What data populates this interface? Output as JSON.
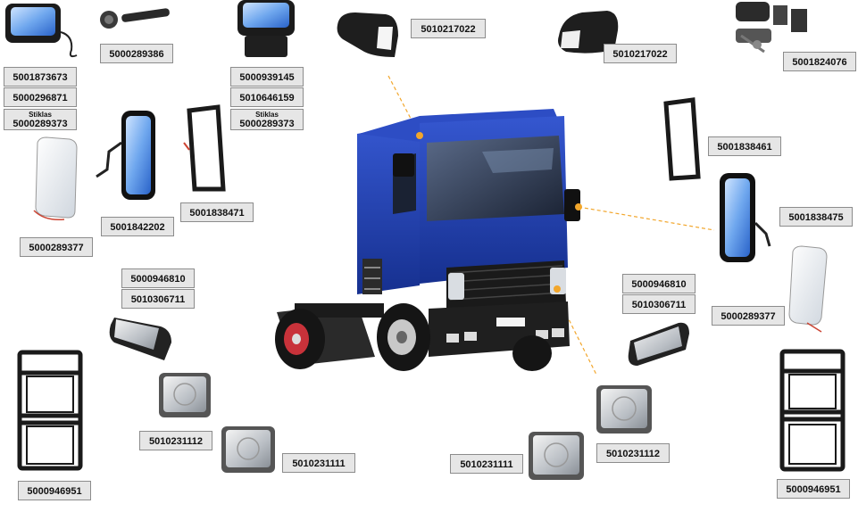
{
  "labels": {
    "l01": "5001873673",
    "l02": "5000296871",
    "l03_small": "Stiklas",
    "l03": "5000289373",
    "l04": "5000289386",
    "l05": "5000939145",
    "l06": "5010646159",
    "l07_small": "Stiklas",
    "l07": "5000289373",
    "l08": "5010217022",
    "l09": "5010217022",
    "l10": "5001824076",
    "l11": "5001838461",
    "l12": "5001838475",
    "l13": "5000289377",
    "l14": "5001842202",
    "l15": "5001838471",
    "l16": "5000289377",
    "l17": "5000946810",
    "l18": "5010306711",
    "l19": "5000946810",
    "l20": "5010306711",
    "l21": "5010231112",
    "l22": "5010231111",
    "l23": "5010231111",
    "l24": "5010231112",
    "l25": "5000946951",
    "l26": "5000946951"
  },
  "colors": {
    "truck_blue": "#1f3fb0",
    "label_bg": "#e6e6e6",
    "leader_line": "#f2a62b"
  }
}
